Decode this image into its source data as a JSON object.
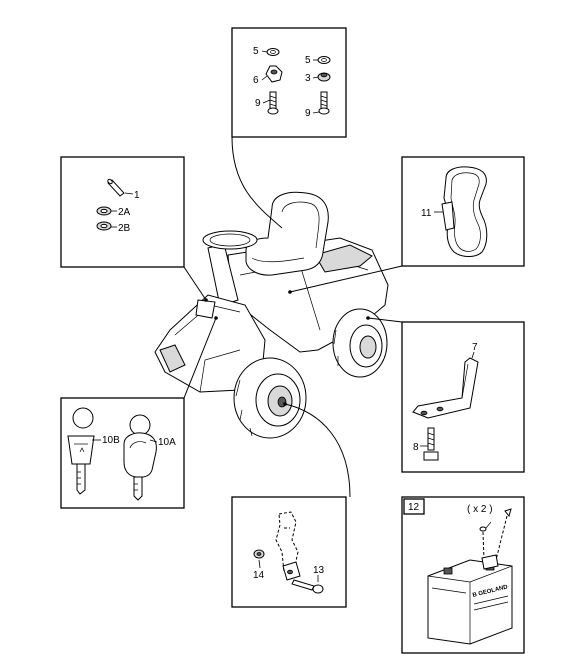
{
  "callouts": {
    "p5a": "5",
    "p6": "6",
    "p9a": "9",
    "p5b": "5",
    "p3": "3",
    "p9b": "9",
    "p1": "1",
    "p2A": "2A",
    "p2B": "2B",
    "p11": "11",
    "p7": "7",
    "p8": "8",
    "p10B": "10B",
    "p10A": "10A",
    "p14": "14",
    "p13": "13",
    "p12": "12",
    "qty": "( x 2 )"
  },
  "battery_brand": "B  GEOLAND"
}
